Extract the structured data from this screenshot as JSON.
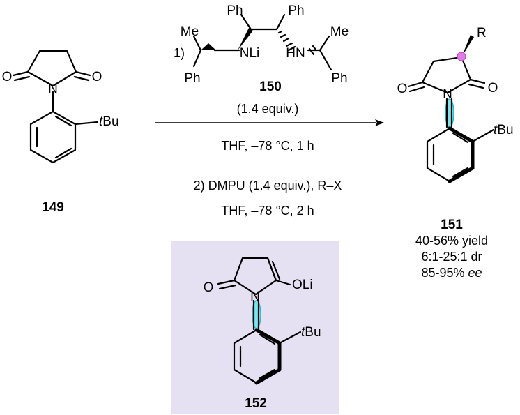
{
  "sm": {
    "label": "149",
    "atoms": {
      "o_left": "O",
      "o_right": "O",
      "n": "N",
      "tbu_t": "t",
      "tbu_rest": "Bu"
    }
  },
  "reagent": {
    "step1": "1)",
    "label": "150",
    "equiv": "(1.4 equiv.)",
    "atoms": {
      "ph_a": "Ph",
      "ph_b": "Ph",
      "ph_c": "Ph",
      "ph_d": "Ph",
      "me_a": "Me",
      "me_b": "Me",
      "nli": "NLi",
      "hn": "HN"
    }
  },
  "conditions": {
    "line1": "THF, –78 °C, 1 h",
    "line2": "2) DMPU (1.4 equiv.), R–X",
    "line3": "THF, –78 °C, 2 h"
  },
  "product": {
    "label": "151",
    "yield": "40-56% yield",
    "dr": "6:1-25:1 dr",
    "ee_value": "85-95%",
    "ee_unit": "ee",
    "atoms": {
      "r": "R",
      "o_left": "O",
      "o_right": "O",
      "n": "N",
      "tbu_t": "t",
      "tbu_rest": "Bu"
    }
  },
  "intermediate": {
    "label": "152",
    "box_color": "#e6e1f2",
    "atoms": {
      "o": "O",
      "oli": "OLi",
      "n": "N",
      "tbu_t": "t",
      "tbu_rest": "Bu"
    }
  },
  "colors": {
    "axis_highlight": "#7fe3ee",
    "stereocenter_highlight": "#e27ae8"
  }
}
